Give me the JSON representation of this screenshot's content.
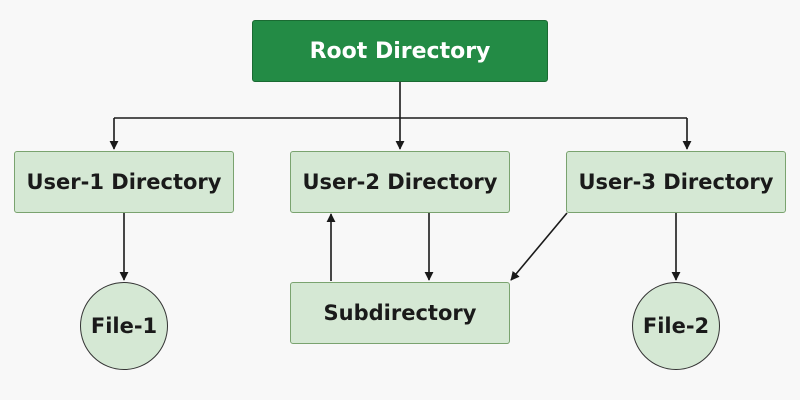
{
  "diagram": {
    "nodes": {
      "root": "Root Directory",
      "user1": "User-1 Directory",
      "user2": "User-2 Directory",
      "user3": "User-3 Directory",
      "subdirectory": "Subdirectory",
      "file1": "File-1",
      "file2": "File-2"
    },
    "edges": [
      {
        "from": "Root Directory",
        "to": "User-1 Directory"
      },
      {
        "from": "Root Directory",
        "to": "User-2 Directory"
      },
      {
        "from": "Root Directory",
        "to": "User-3 Directory"
      },
      {
        "from": "User-1 Directory",
        "to": "File-1"
      },
      {
        "from": "User-2 Directory",
        "to": "Subdirectory"
      },
      {
        "from": "Subdirectory",
        "to": "User-2 Directory"
      },
      {
        "from": "User-3 Directory",
        "to": "Subdirectory"
      },
      {
        "from": "User-3 Directory",
        "to": "File-2"
      }
    ],
    "colors": {
      "root_fill": "#238b45",
      "node_fill": "#d5e8d4",
      "node_border": "#7aa36f",
      "line": "#1a1a1a"
    }
  }
}
